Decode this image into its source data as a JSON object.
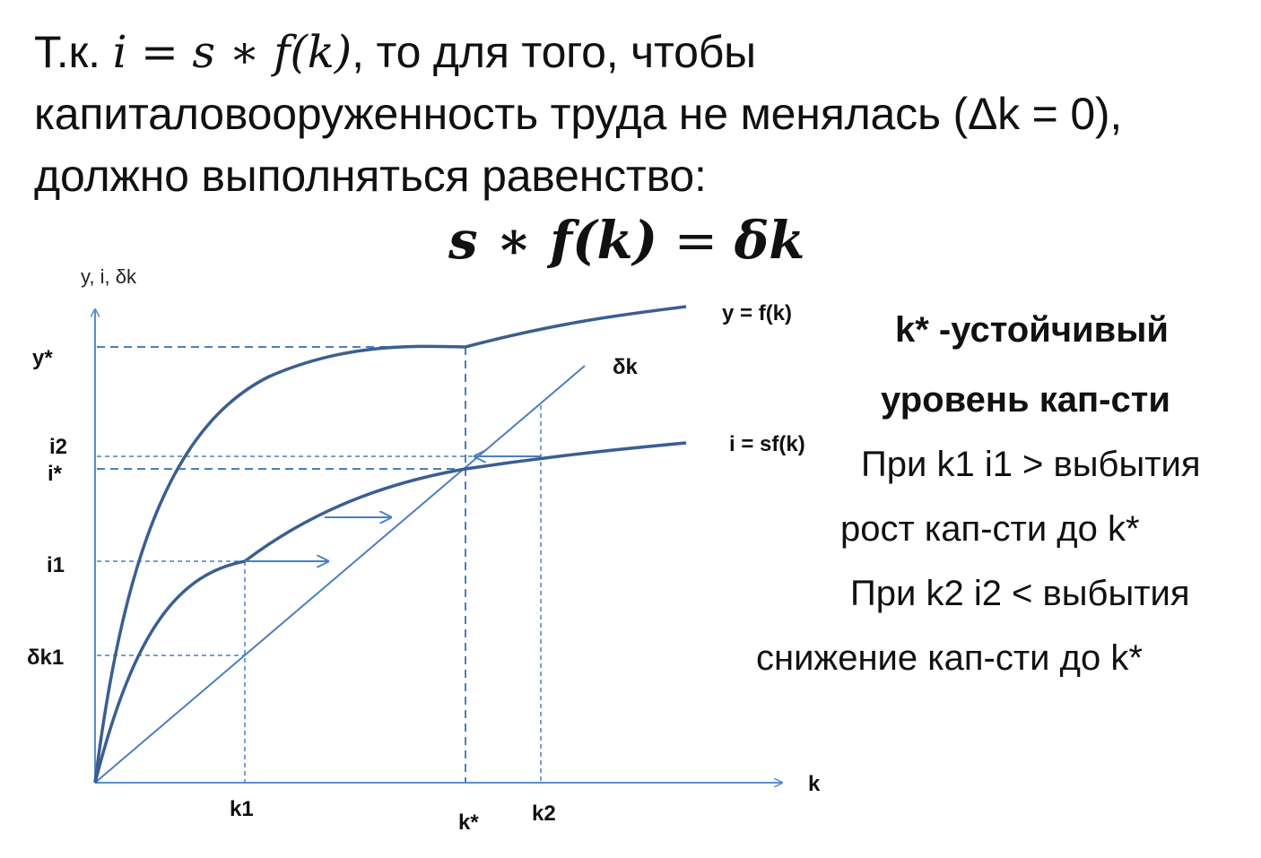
{
  "intro": {
    "prefix": "Т.к. ",
    "formula": "i = s ∗ f(k)",
    "suffix": ", то для того, чтобы",
    "line2": "капиталовооруженность труда не менялась (Δk = 0),",
    "line3": "должно выполняться равенство:"
  },
  "equation": {
    "lhs": "s ∗ f(k)",
    "equals": " = ",
    "rhs": "δk"
  },
  "diagram": {
    "axes": {
      "y_label": "y, i, δk",
      "x_label": "k"
    },
    "curves": {
      "production": "y = f(k)",
      "investment": "i = sf(k)",
      "depreciation": "δk"
    },
    "y_ticks": {
      "y_star": "y*",
      "i2": "i2",
      "i_star": "i*",
      "i1": "i1",
      "dk1": "δk1"
    },
    "x_ticks": {
      "k1": "k1",
      "k_star": "k*",
      "k2": "k2"
    },
    "colors": {
      "curve": "#3b5e92",
      "line": "#4a7fc0",
      "axis": "#5a8ed0"
    }
  },
  "notes": {
    "title1": "k* -устойчивый",
    "title2": "уровень кап-сти",
    "line1": "При k1 i1 > выбытия",
    "line2": "рост кап-сти до k*",
    "line3": "При k2  i2 < выбытия",
    "line4": "снижение кап-сти до k*"
  }
}
